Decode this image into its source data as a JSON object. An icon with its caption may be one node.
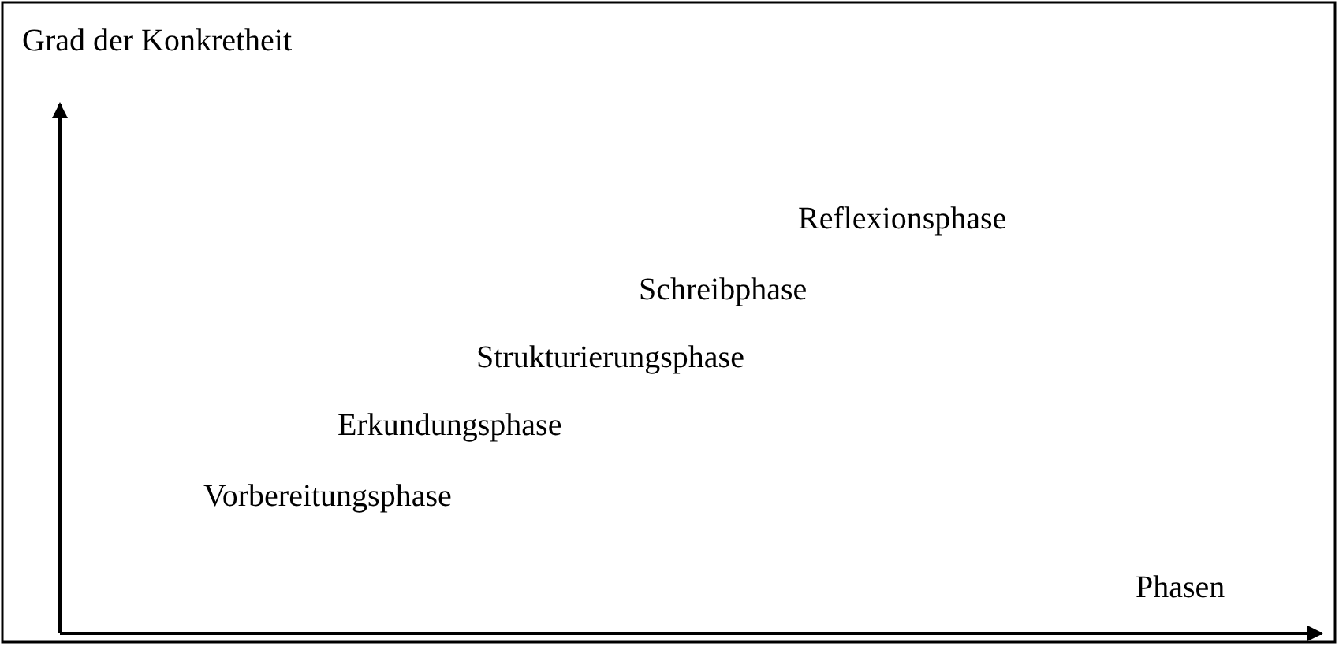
{
  "diagram": {
    "labels": [
      "Grad der Konkretheit",
      "Reflexionsphase",
      "Schreibphase",
      "Strukturierungsphase",
      "Erkundungsphase",
      "Vorbereitungsphase",
      "Phasen"
    ]
  }
}
